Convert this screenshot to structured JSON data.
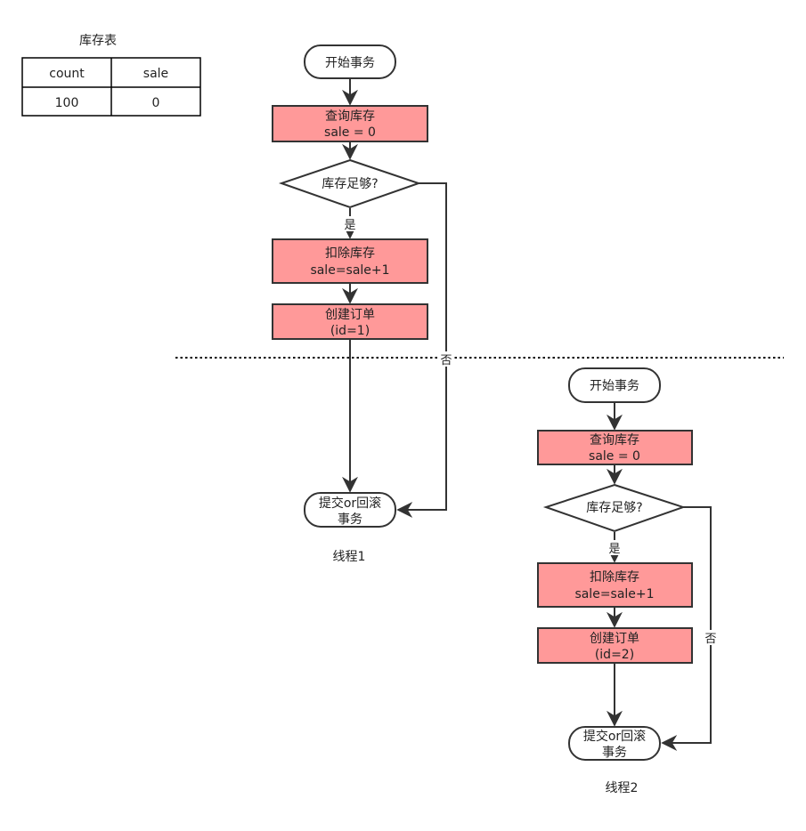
{
  "table": {
    "title": "库存表",
    "headers": [
      "count",
      "sale"
    ],
    "row": [
      "100",
      "0"
    ]
  },
  "thread1": {
    "start": "开始事务",
    "query": [
      "查询库存",
      "sale = 0"
    ],
    "decision": "库存足够?",
    "yes": "是",
    "no": "否",
    "deduct": [
      "扣除库存",
      "sale=sale+1"
    ],
    "order": [
      "创建订单",
      "(id=1)"
    ],
    "end": [
      "提交or回滚",
      "事务"
    ],
    "label": "线程1"
  },
  "thread2": {
    "start": "开始事务",
    "query": [
      "查询库存",
      "sale = 0"
    ],
    "decision": "库存足够?",
    "yes": "是",
    "no": "否",
    "deduct": [
      "扣除库存",
      "sale=sale+1"
    ],
    "order": [
      "创建订单",
      "(id=2)"
    ],
    "end": [
      "提交or回滚",
      "事务"
    ],
    "label": "线程2"
  },
  "colors": {
    "process_fill": "#ff9999",
    "stroke": "#333333",
    "divider": "#000000"
  }
}
